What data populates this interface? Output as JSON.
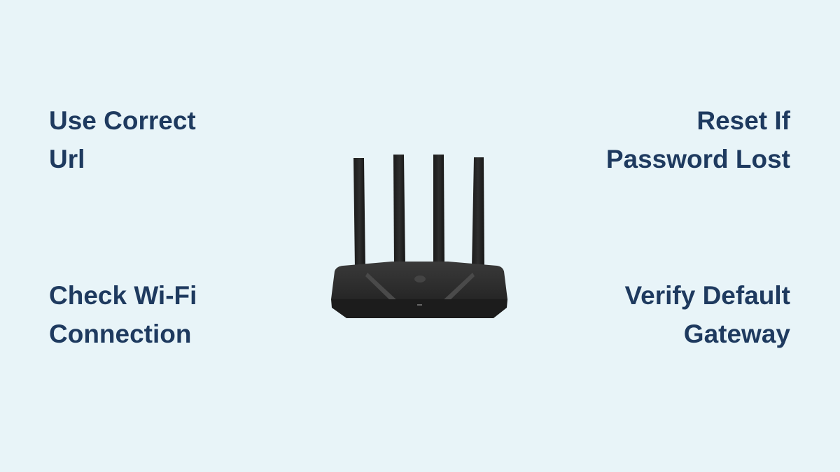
{
  "tips": {
    "top_left": {
      "line1": "Use Correct",
      "line2": "Url"
    },
    "top_right": {
      "line1": "Reset If",
      "line2": "Password Lost"
    },
    "bottom_left": {
      "line1": "Check Wi-Fi",
      "line2": "Connection"
    },
    "bottom_right": {
      "line1": "Verify Default",
      "line2": "Gateway"
    }
  },
  "image": {
    "icon": "wifi-router-icon"
  },
  "colors": {
    "background": "#e8f4f8",
    "text": "#1e3a5f"
  }
}
